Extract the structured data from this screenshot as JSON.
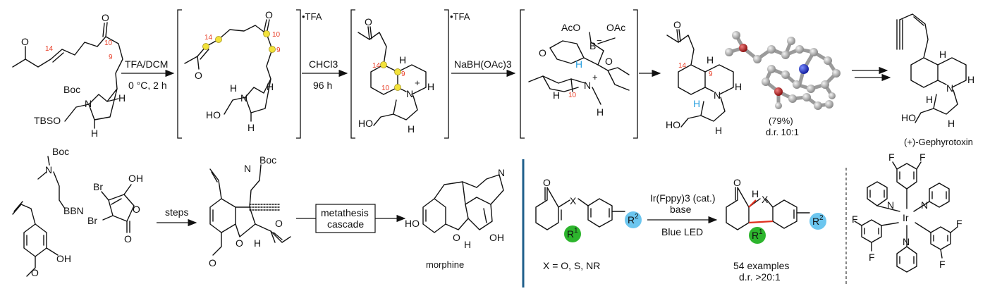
{
  "colors": {
    "numbering": "#e8402a",
    "highlight_yellow": "#f2e23a",
    "r1_green": "#2db52d",
    "r2_blue": "#6cc6ef",
    "new_bond_red": "#e0301e",
    "divider_blue": "#1f5f8b",
    "hydride_blue": "#2aa0e0"
  },
  "top_row": {
    "start": {
      "labels": {
        "ketone_o": "O",
        "enone_o": "O",
        "boc": "Boc",
        "n": "N",
        "h": "H",
        "otbs": "TBSO",
        "h2": "H"
      },
      "numbers": {
        "c14": "14",
        "c10": "10",
        "c9": "9"
      }
    },
    "step1": {
      "reagent": "TFA/DCM",
      "conditions": "0 °C, 2 h"
    },
    "intermediate1": {
      "salt": "•TFA",
      "labels": {
        "o1": "O",
        "o2": "O",
        "h": "H",
        "n": "N",
        "h2": "H",
        "ho": "HO",
        "h3": "H"
      },
      "numbers": {
        "c14": "14",
        "c10": "10",
        "c9": "9"
      }
    },
    "step2": {
      "solvent": "CHCl3",
      "time": "96 h"
    },
    "intermediate2": {
      "salt": "•TFA",
      "labels": {
        "o": "O",
        "h": "H",
        "n": "N",
        "plus": "+",
        "h2": "H",
        "ho": "HO",
        "h3": "H"
      },
      "numbers": {
        "c14": "14",
        "c10": "10",
        "c9": "9"
      }
    },
    "step3": {
      "reagent": "NaBH(OAc)3"
    },
    "transition_state": {
      "labels": {
        "aco": "AcO",
        "oac": "OAc",
        "b": "B",
        "minus": "−",
        "o": "O",
        "o2": "O",
        "h_blue": "H",
        "n": "N",
        "plus": "+",
        "h": "H",
        "h2": "H"
      },
      "numbers": {
        "c10": "10"
      }
    },
    "product": {
      "labels": {
        "o": "O",
        "h": "H",
        "n": "N",
        "h_blue": "H",
        "ho": "HO",
        "h2": "H",
        "h3": "H"
      },
      "numbers": {
        "c14": "14",
        "c9": "9"
      },
      "yield": "(79%)",
      "dr": "d.r. 10:1"
    },
    "final": {
      "name": "(+)-Gephyrotoxin",
      "labels": {
        "h": "H",
        "n": "N",
        "h2": "H",
        "h3": "H",
        "ho": "HO",
        "h4": "H"
      }
    }
  },
  "bottom_left": {
    "sm1": {
      "labels": {
        "oh": "OH",
        "o": "O"
      }
    },
    "sm2": {
      "labels": {
        "boc": "Boc",
        "n": "N",
        "bbn": "BBN"
      }
    },
    "sm3": {
      "labels": {
        "br1": "Br",
        "br2": "Br",
        "oh": "OH",
        "o_ring": "O",
        "o_co": "O"
      }
    },
    "step": "steps",
    "intermediate": {
      "labels": {
        "n": "N",
        "boc": "Boc",
        "o": "O",
        "o2": "O",
        "h": "H",
        "o3": "O"
      }
    },
    "box": [
      "metathesis",
      "cascade"
    ],
    "morphine": {
      "name": "morphine",
      "labels": {
        "ho": "HO",
        "o": "O",
        "h": "H",
        "oh": "OH",
        "n": "N"
      }
    }
  },
  "bottom_right": {
    "substrate": {
      "labels": {
        "o": "O",
        "x": "X",
        "r1": "R",
        "r1_sup": "1",
        "r2": "R",
        "r2_sup": "2"
      },
      "x_def": "X = O, S, NR"
    },
    "conditions": {
      "catalyst": "Ir(Fppy)3 (cat.)",
      "base": "base",
      "light": "Blue LED"
    },
    "product": {
      "labels": {
        "o": "O",
        "h": "H",
        "x": "X",
        "r1": "R",
        "r1_sup": "1",
        "r2": "R",
        "r2_sup": "2"
      },
      "examples": "54 examples",
      "dr": "d.r. >20:1"
    },
    "catalyst": {
      "labels": {
        "f1": "F",
        "f2": "F",
        "f3": "F",
        "f4": "F",
        "f5": "F",
        "f6": "F",
        "n1": "N",
        "n2": "N",
        "n3": "N",
        "ir": "Ir"
      }
    }
  }
}
